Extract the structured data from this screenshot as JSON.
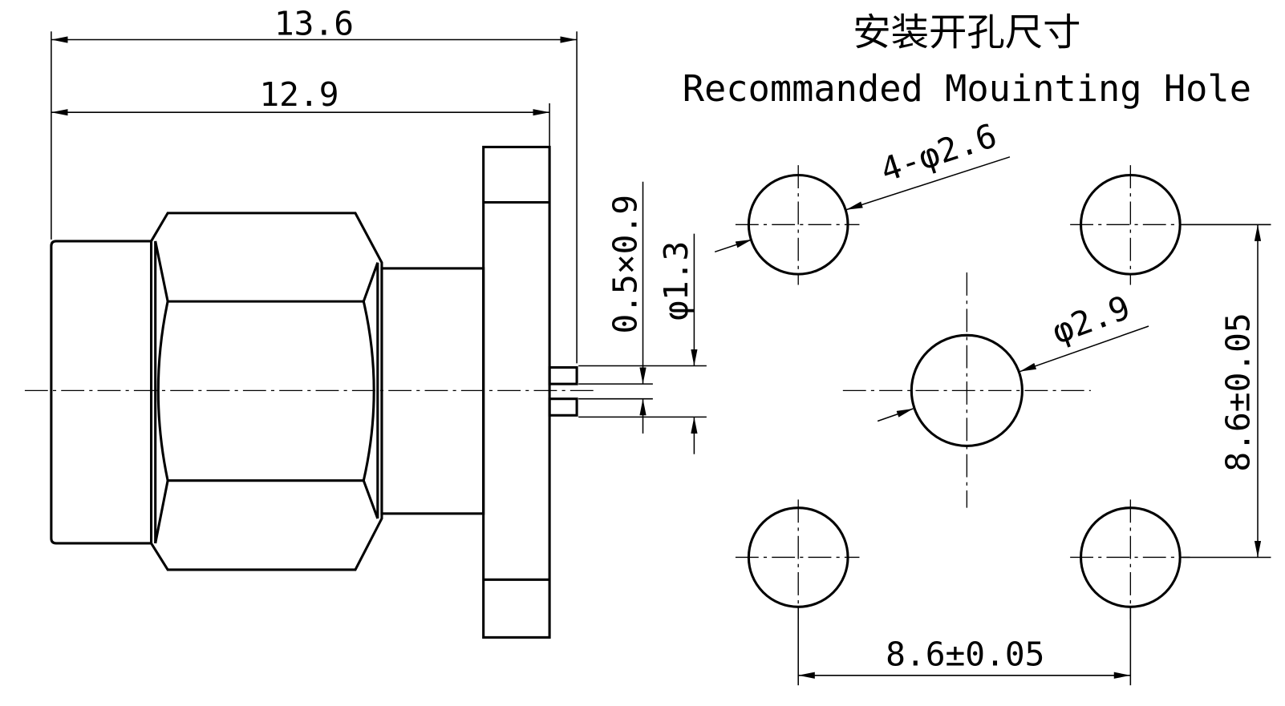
{
  "title_cn": "安装开孔尺寸",
  "title_en": "Recommanded Mouinting Hole",
  "dimensions": {
    "overall_length": "13.6",
    "body_length": "12.9",
    "pin_size": "0.5×0.9",
    "pin_spacing_dia": "φ1.3",
    "corner_holes": "4-φ2.6",
    "center_hole": "φ2.9",
    "vertical_spacing": "8.6±0.05",
    "horizontal_spacing": "8.6±0.05"
  }
}
